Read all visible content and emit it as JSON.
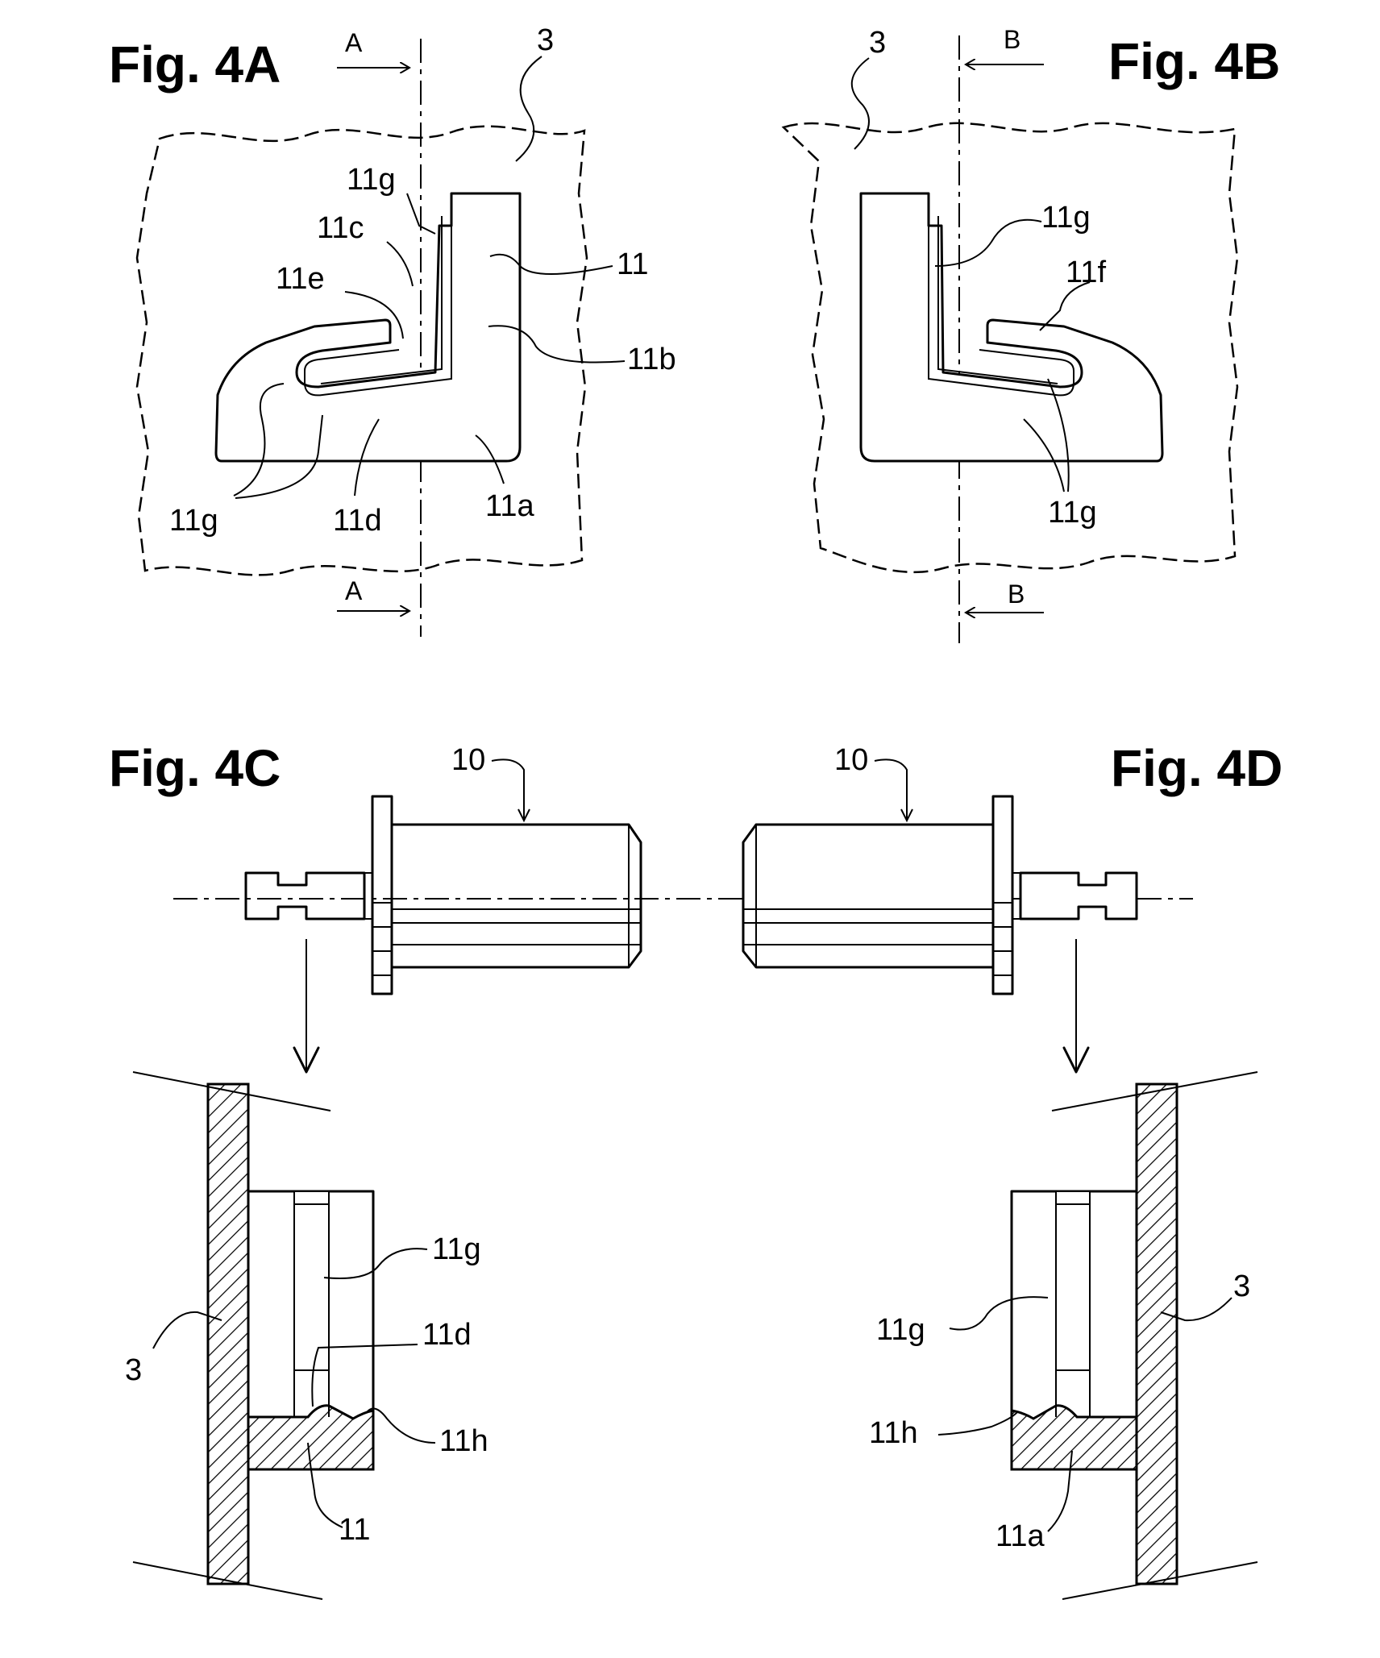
{
  "figures": {
    "fig4a": {
      "title": "Fig. 4A",
      "section_marker": "A",
      "labels": {
        "plate": "3",
        "lever": "11",
        "l11a": "11a",
        "l11b": "11b",
        "l11c": "11c",
        "l11d": "11d",
        "l11e": "11e",
        "l11g_top": "11g",
        "l11g_bottom": "11g"
      }
    },
    "fig4b": {
      "title": "Fig. 4B",
      "section_marker": "B",
      "labels": {
        "plate": "3",
        "l11f": "11f",
        "l11g_top": "11g",
        "l11g_bottom": "11g"
      }
    },
    "fig4c": {
      "title": "Fig. 4C",
      "labels": {
        "component": "10",
        "l11g": "11g",
        "l11d": "11d",
        "l11h": "11h",
        "lever": "11",
        "plate": "3"
      }
    },
    "fig4d": {
      "title": "Fig. 4D",
      "labels": {
        "component": "10",
        "l11g": "11g",
        "l11h": "11h",
        "l11a": "11a",
        "plate": "3"
      }
    }
  }
}
